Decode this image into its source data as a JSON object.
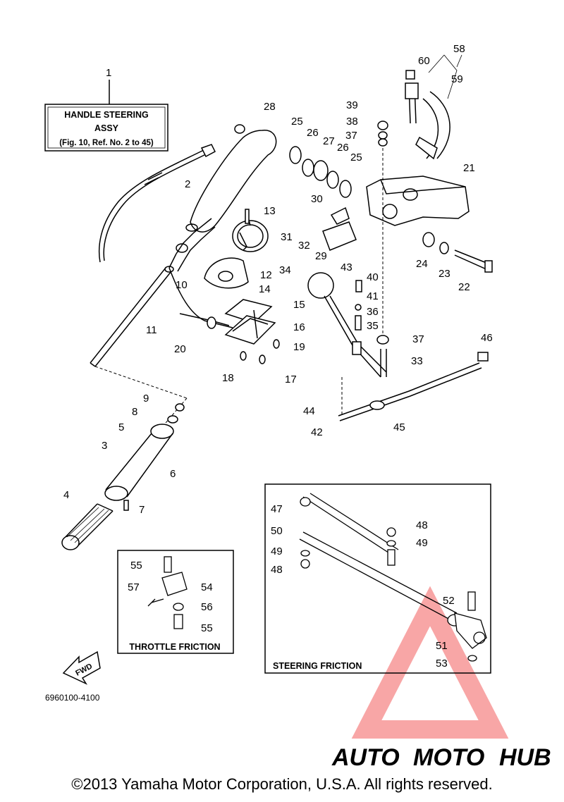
{
  "diagram": {
    "assembly_box": {
      "number": "1",
      "line1": "HANDLE STEERING",
      "line2": "ASSY",
      "line3": "(Fig. 10, Ref. No. 2 to 45)"
    },
    "callouts": [
      "1",
      "2",
      "3",
      "4",
      "5",
      "6",
      "7",
      "8",
      "9",
      "10",
      "11",
      "12",
      "13",
      "14",
      "15",
      "16",
      "17",
      "18",
      "19",
      "20",
      "21",
      "22",
      "23",
      "24",
      "25",
      "25",
      "26",
      "26",
      "27",
      "28",
      "29",
      "30",
      "31",
      "32",
      "33",
      "34",
      "35",
      "36",
      "37",
      "37",
      "38",
      "39",
      "40",
      "41",
      "42",
      "43",
      "44",
      "45",
      "46",
      "47",
      "48",
      "48",
      "49",
      "49",
      "50",
      "51",
      "52",
      "53",
      "54",
      "55",
      "55",
      "56",
      "57",
      "58",
      "59",
      "60"
    ],
    "throttle_box_title": "THROTTLE FRICTION",
    "steering_box_title": "STEERING FRICTION",
    "fwd_label": "FWD",
    "drawing_code": "6960100-4100"
  },
  "watermark": {
    "auto": "AUTO",
    "moto": "MOTO",
    "hub": "HUB",
    "colors": {
      "auto": "#f5c08a",
      "moto": "#f0a07a",
      "hub": "#8a8a8a",
      "triangle": "#f25d5d"
    }
  },
  "footer": {
    "copyright": "©2013 Yamaha Motor Corporation, U.S.A. All rights reserved."
  }
}
